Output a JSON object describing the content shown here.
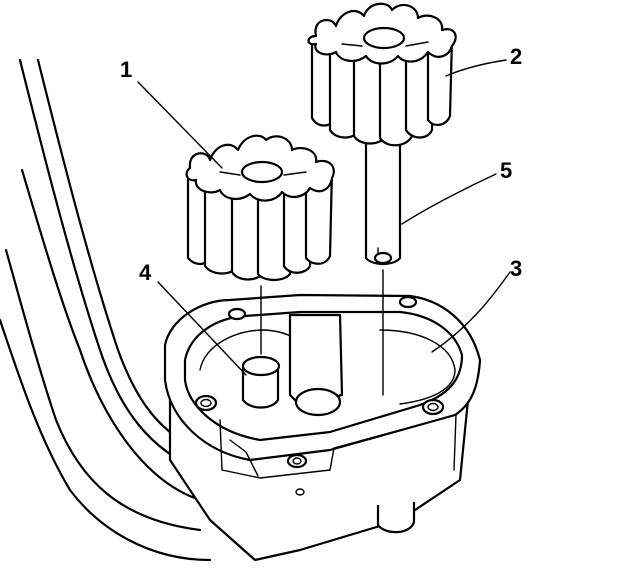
{
  "callouts": [
    {
      "id": "1",
      "label": "1"
    },
    {
      "id": "2",
      "label": "2"
    },
    {
      "id": "3",
      "label": "3"
    },
    {
      "id": "4",
      "label": "4"
    },
    {
      "id": "5",
      "label": "5"
    }
  ],
  "colors": {
    "ink": "#000000",
    "paper": "#ffffff"
  },
  "parts": [
    {
      "callout": "1",
      "icon": "driven-gear"
    },
    {
      "callout": "2",
      "icon": "drive-gear"
    },
    {
      "callout": "3",
      "icon": "oil-pump-body"
    },
    {
      "callout": "4",
      "icon": "driven-gear-shaft"
    },
    {
      "callout": "5",
      "icon": "drive-gear-shaft"
    }
  ]
}
